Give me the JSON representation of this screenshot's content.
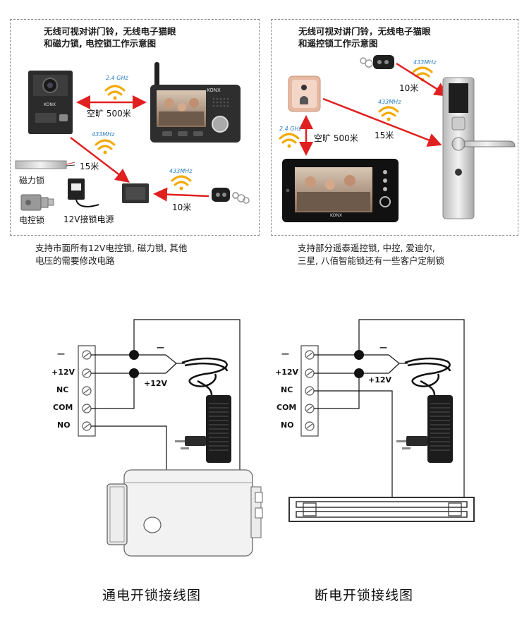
{
  "top_left": {
    "title_line1": "无线可视对讲门铃，无线电子猫眼",
    "title_line2": "和磁力锁, 电控锁工作示意图",
    "freq_24": "2.4 GHz",
    "freq_433a": "433MHz",
    "freq_433b": "433MHz",
    "dist_open": "空旷 500米",
    "dist_15": "15米",
    "dist_10": "10米",
    "brand": "KONX",
    "maglock_label": "磁力锁",
    "elock_label": "电控锁",
    "psu_label": "12V接锁电源",
    "note_line1": "支持市面所有12V电控锁, 磁力锁, 其他",
    "note_line2": "电压的需要修改电路"
  },
  "top_right": {
    "title_line1": "无线可视对讲门铃，无线电子猫眼",
    "title_line2": "和遥控锁工作示意图",
    "freq_433a": "433MHz",
    "freq_433b": "433MHz",
    "freq_24": "2.4 GHz",
    "dist_10": "10米",
    "dist_15": "15米",
    "dist_open": "空旷 500米",
    "brand": "KONX",
    "note_line1": "支持部分遥泰遥控锁, 中控, 爱迪尔,",
    "note_line2": "三星, 八佰智能锁还有一些客户定制锁"
  },
  "wiring_left": {
    "terminals": [
      "—",
      "+12V",
      "NC",
      "COM",
      "NO"
    ],
    "minus_label": "—",
    "plus_label": "+12V",
    "caption": "通电开锁接线图"
  },
  "wiring_right": {
    "terminals": [
      "—",
      "+12V",
      "NC",
      "COM",
      "NO"
    ],
    "minus_label": "—",
    "plus_label": "+12V",
    "caption": "断电开锁接线图"
  },
  "colors": {
    "arrow_red": "#e02020",
    "wifi_yellow": "#f2a900",
    "freq_blue": "#2a7fc4"
  }
}
